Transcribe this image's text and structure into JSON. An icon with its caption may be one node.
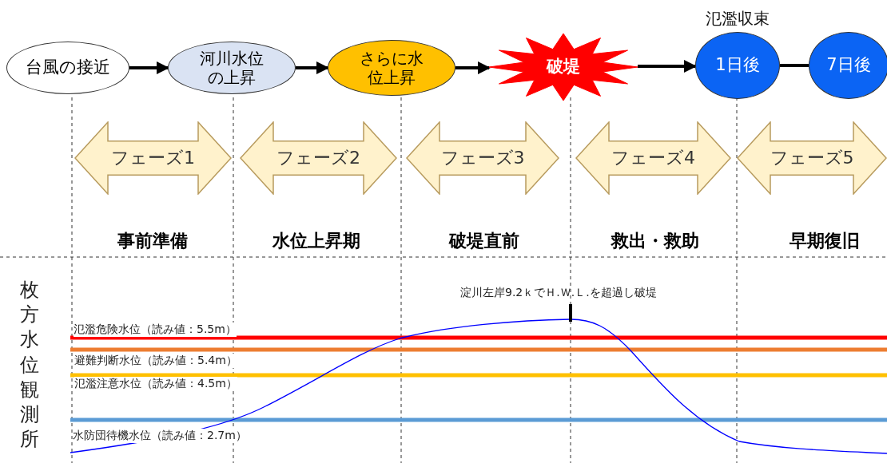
{
  "diagram": {
    "nodes": [
      {
        "text": [
          "台風の接近"
        ]
      },
      {
        "text": [
          "河川水位の上昇"
        ]
      },
      {
        "text": [
          "さらに水位上昇"
        ]
      },
      {
        "text": [
          "破堤"
        ]
      },
      {
        "text": [
          "1日後"
        ],
        "beside": [
          "氾濫収束"
        ]
      },
      {
        "text": [
          "7日後"
        ]
      },
      {
        "text": [
          "フェーズ1"
        ]
      },
      {
        "text": [
          "フェーズ2"
        ]
      },
      {
        "text": [
          "フェーズ3"
        ]
      },
      {
        "text": [
          "フェーズ4"
        ]
      },
      {
        "text": [
          "フェーズ5"
        ]
      }
    ],
    "edges": [
      {
        "from": 0,
        "to": 1,
        "arrow": "to"
      },
      {
        "from": 1,
        "to": 2,
        "arrow": "to"
      },
      {
        "from": 2,
        "to": 3,
        "arrow": "to"
      },
      {
        "from": 3,
        "to": 4,
        "arrow": "to"
      },
      {
        "from": 4,
        "to": 5,
        "arrow": "none"
      }
    ],
    "labels": [
      "事前準備",
      "水位上昇期",
      "破堤直前",
      "救出・救助",
      "早期復旧",
      "枚方水位観測所",
      "淀川左岸9.2ｋでＨ.Ｗ.Ｌ.を超過し破堤",
      "氾濫危険水位（読み値：5.5m）",
      "避難判断水位（読み値：5.4m）",
      "氾濫注意水位（読み値：4.5m）",
      "水防団待機水位（読み値：2.7m）"
    ]
  }
}
